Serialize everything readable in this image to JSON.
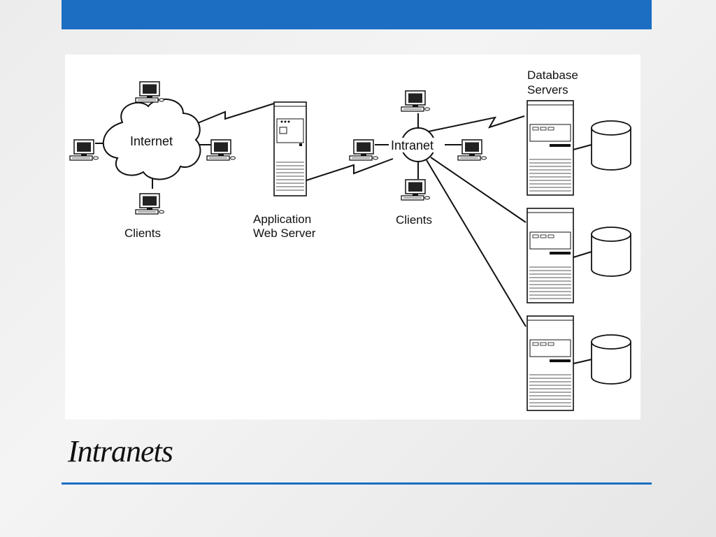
{
  "colors": {
    "accent": "#1b6ec2"
  },
  "slide": {
    "title": "Intranets"
  },
  "diagram": {
    "labels": {
      "internet": "Internet",
      "clients_left": "Clients",
      "app_server_line1": "Application",
      "app_server_line2": "Web Server",
      "intranet": "Intranet",
      "clients_right": "Clients",
      "db_servers_line1": "Database",
      "db_servers_line2": "Servers"
    }
  }
}
